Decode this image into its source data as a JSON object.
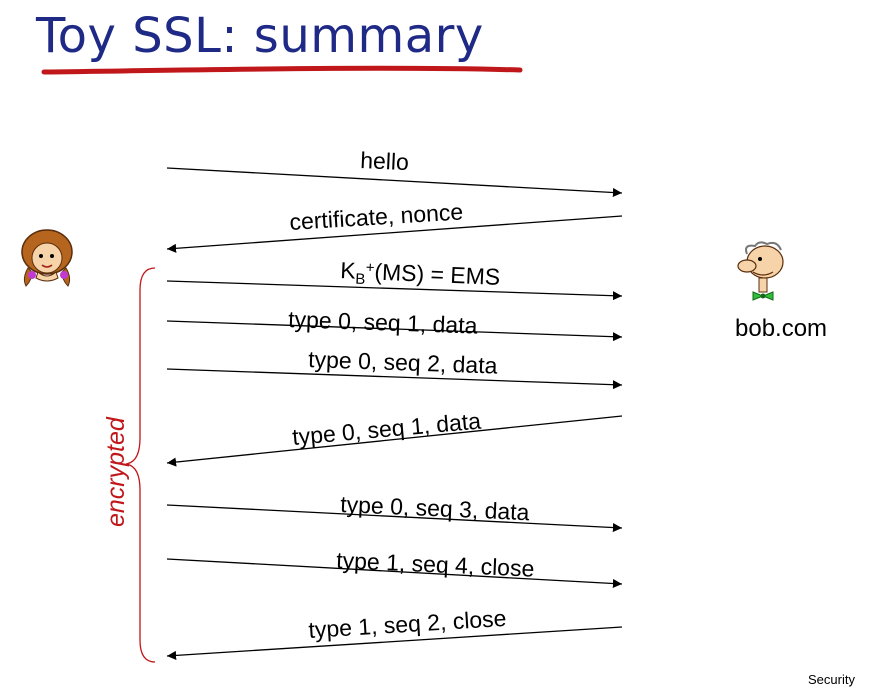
{
  "title": "Toy SSL: summary",
  "colors": {
    "title": "#1f2a86",
    "underline": "#c0171b",
    "brace": "#c0171b",
    "encrypted_label": "#c0171b"
  },
  "icons": {
    "left_party": "alice-person-icon",
    "right_party": "bob-person-icon"
  },
  "bob_label": "bob.com",
  "encrypted_label": "encrypted",
  "messages": [
    {
      "label": "hello",
      "direction": "to-bob"
    },
    {
      "label": "certificate, nonce",
      "direction": "to-alice"
    },
    {
      "label": "(MS) = EMS",
      "label_prefix": "K",
      "label_sub": "B",
      "label_sup": "+",
      "direction": "to-bob"
    },
    {
      "label": "type 0, seq 1, data",
      "direction": "to-bob"
    },
    {
      "label": "type 0, seq 2, data",
      "direction": "to-bob"
    },
    {
      "label": "type 0, seq 1, data",
      "direction": "to-alice"
    },
    {
      "label": "type 0, seq 3, data",
      "direction": "to-bob"
    },
    {
      "label": "type 1, seq 4, close",
      "direction": "to-bob"
    },
    {
      "label": "type 1, seq 2, close",
      "direction": "to-alice"
    }
  ],
  "footer": "Security"
}
